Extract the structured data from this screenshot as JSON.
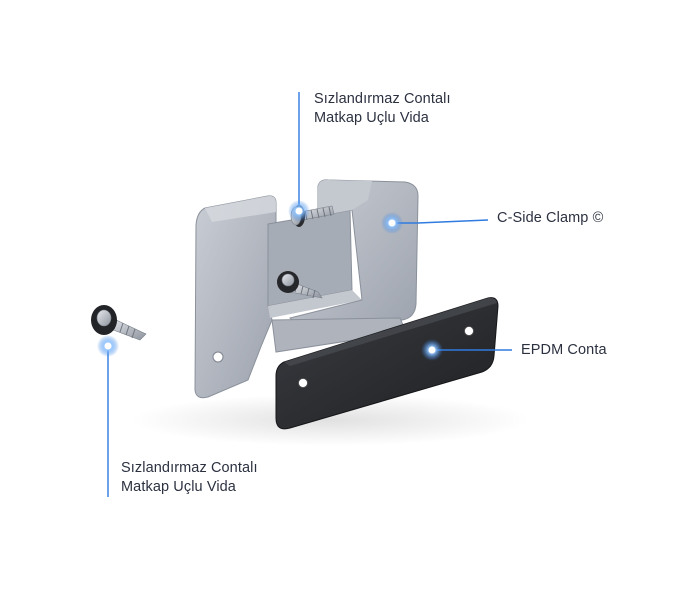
{
  "callouts": {
    "top_screw": {
      "line1": "Sızlandırmaz Contalı",
      "line2": "Matkap Uçlu Vida"
    },
    "clamp": {
      "label": "C-Side Clamp ©"
    },
    "gasket": {
      "label": "EPDM Conta"
    },
    "bottom_screw": {
      "line1": "Sızlandırmaz Contalı",
      "line2": "Matkap Uçlu Vida"
    }
  },
  "colors": {
    "accent": "#2f7be0",
    "glow": "#8fc4ff",
    "metal": "#b4b9c3",
    "gasket": "#2b2d31",
    "text": "#2c3140"
  }
}
